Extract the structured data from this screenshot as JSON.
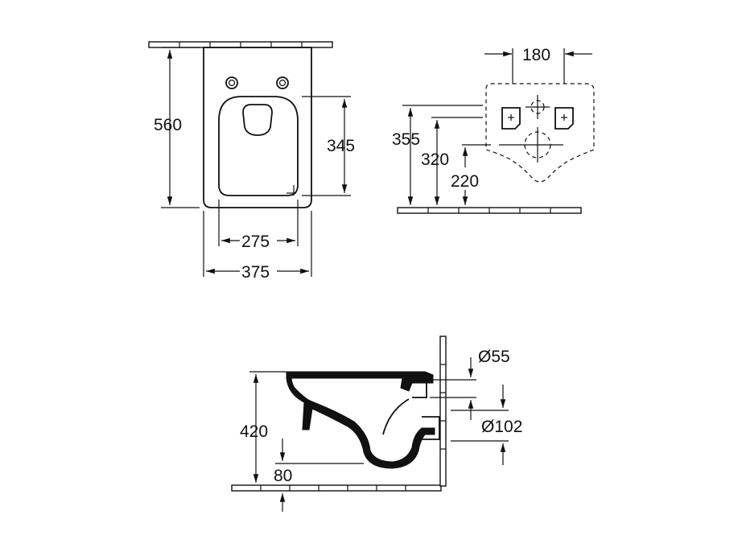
{
  "top_view": {
    "dim_length": "560",
    "dim_seat_length": "345",
    "dim_inner_width": "275",
    "dim_outer_width": "375"
  },
  "rear_view": {
    "dim_bolt_spacing": "180",
    "dim_height_355": "355",
    "dim_height_320": "320",
    "dim_height_220": "220"
  },
  "side_view": {
    "dim_height_420": "420",
    "dim_outlet_80": "80",
    "dim_inlet_diameter": "Ø55",
    "dim_outlet_diameter": "Ø102"
  }
}
